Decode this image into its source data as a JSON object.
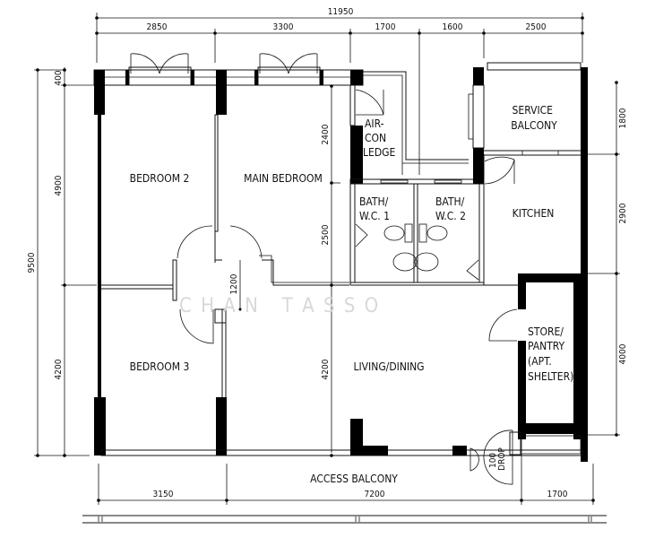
{
  "dimensions": {
    "overall_width": "11950",
    "top": [
      "2850",
      "3300",
      "1700",
      "1600",
      "2500"
    ],
    "bottom": [
      "3150",
      "7200",
      "1700"
    ],
    "left_overall": "9500",
    "left": [
      "400",
      "4900",
      "4200"
    ],
    "right": [
      "1800",
      "2900",
      "4000"
    ],
    "internal": [
      "2400",
      "2500",
      "1200",
      "4200"
    ]
  },
  "rooms": {
    "bedroom2": "BEDROOM 2",
    "main_bedroom": "MAIN BEDROOM",
    "aircon": [
      "AIR-",
      "CON",
      "LEDGE"
    ],
    "service_balcony": [
      "SERVICE",
      "BALCONY"
    ],
    "bath1": [
      "BATH/",
      "W.C. 1"
    ],
    "bath2": [
      "BATH/",
      "W.C. 2"
    ],
    "kitchen": "KITCHEN",
    "bedroom3": "BEDROOM 3",
    "living": "LIVING/DINING",
    "store": [
      "STORE/",
      "PANTRY",
      "(APT.",
      "SHELTER)"
    ],
    "access_balcony": "ACCESS BALCONY",
    "drop": [
      "100",
      "DROP"
    ]
  },
  "watermark": "C H A N   T A S S O"
}
